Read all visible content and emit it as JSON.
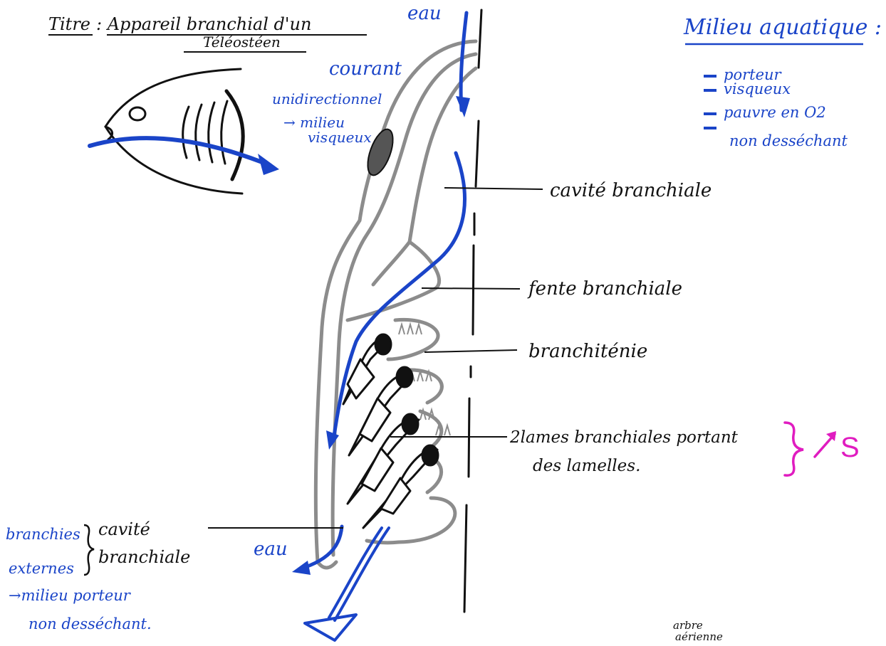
{
  "title": {
    "label": "Titre",
    "text_line1": ": Appareil branchial d'un",
    "text_line2": "Téléostéen"
  },
  "milieu": {
    "heading": "Milieu aquatique :",
    "items": [
      "porteur",
      "visqueux",
      "pauvre en O2",
      "non desséchant"
    ]
  },
  "flow_notes": {
    "eau_top": "eau",
    "courant": "courant",
    "unidirectionnel": "unidirectionnel",
    "milieu_visqueux_1": "→ milieu",
    "milieu_visqueux_2": "visqueux",
    "eau_bottom": "eau"
  },
  "labels": {
    "cavite_top": "cavité branchiale",
    "fente": "fente branchiale",
    "branchictenie": "branchiténie",
    "lames_1": "2lames branchiales portant",
    "lames_2": "des lamelles.",
    "surface": "S",
    "cavite_left_1": "cavité",
    "cavite_left_2": "branchiale"
  },
  "left_notes": {
    "branchies": "branchies",
    "externes": "externes",
    "milieu_1": "→milieu porteur",
    "milieu_2": "non desséchant."
  },
  "corner_note": {
    "line1": "arbre",
    "line2": "aérienne"
  },
  "colors": {
    "ink": "#111111",
    "blue": "#1a44c8",
    "grey": "#8c8c8c",
    "magenta": "#e01cc0"
  }
}
